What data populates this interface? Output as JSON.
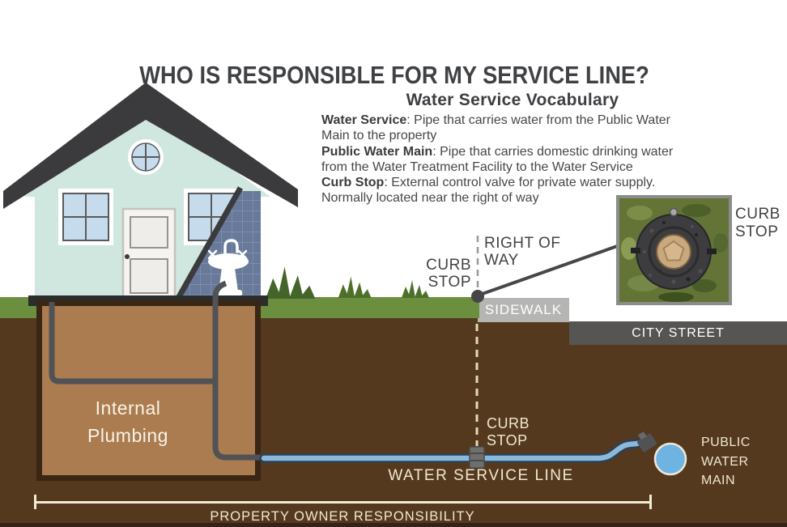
{
  "title": "WHO IS RESPONSIBLE FOR MY SERVICE LINE?",
  "vocabulary": {
    "heading": "Water Service Vocabulary",
    "lines": [
      {
        "bold": "Water Service",
        "rest": ": Pipe that carries water from the Public Water"
      },
      {
        "bold": "",
        "rest": "Main to the property"
      },
      {
        "bold": "Public Water Main",
        "rest": ": Pipe that carries domestic drinking water"
      },
      {
        "bold": "",
        "rest": "from the Water Treatment Facility to the Water Service"
      },
      {
        "bold": "Curb Stop",
        "rest": ": External control valve for private water supply."
      },
      {
        "bold": "",
        "rest": "Normally located near the right of way"
      }
    ]
  },
  "labels": {
    "curb_stop_surface": [
      "CURB",
      "STOP"
    ],
    "right_of_way": [
      "RIGHT OF",
      "WAY"
    ],
    "curb_stop_photo": [
      "CURB",
      "STOP"
    ],
    "sidewalk": "SIDEWALK",
    "city_street": "CITY STREET",
    "curb_stop_underground": [
      "CURB",
      "STOP"
    ],
    "water_service_line": "WATER SERVICE LINE",
    "public_water_main": [
      "PUBLIC",
      "WATER",
      "MAIN"
    ],
    "internal_plumbing": [
      "Internal",
      "Plumbing"
    ],
    "property_owner_responsibility": "PROPERTY OWNER RESPONSIBILITY"
  },
  "colors": {
    "house_wall": "#cfe7df",
    "roof": "#3b3b3d",
    "grass": "#6b8f3e",
    "soil": "#54391f",
    "basement": "#aa7c50",
    "service_line_blue": "#8db8d8",
    "water_main_blue": "#6fb3e3",
    "sidewalk_gray": "#b5b5b3",
    "street_gray": "#575553",
    "cream_text": "#f1e8d0",
    "tile_wall": "#68799a",
    "pipe_gray": "#515256"
  }
}
